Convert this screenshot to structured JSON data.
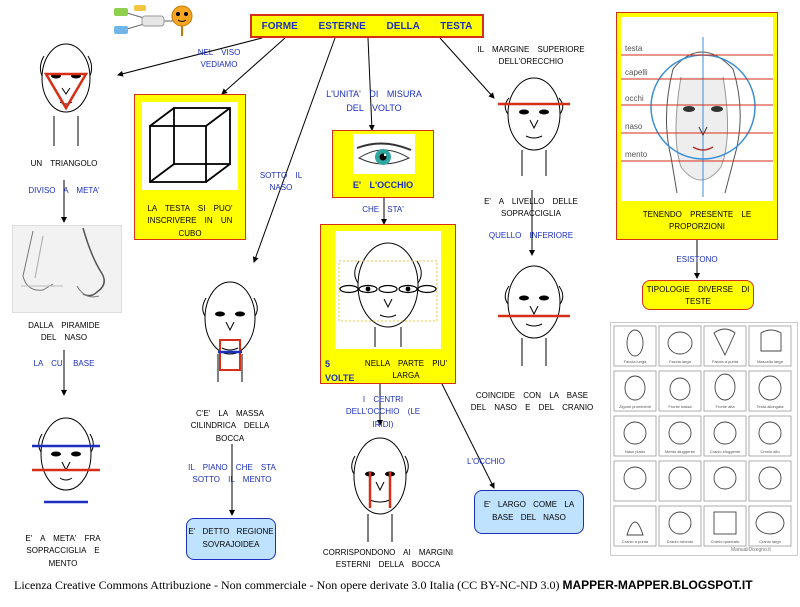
{
  "title": "FORME ESTERNE DELLA TESTA",
  "edges": {
    "nel_viso": "NEL VISO VEDIAMO",
    "unita": "L'UNITA' DI MISURA DEL VOLTO",
    "sotto_naso": "SOTTO IL NASO",
    "diviso": "DIVISO A META'",
    "la_cui_base": "LA CUI BASE",
    "che_sta": "CHE STA'",
    "quello_inferiore": "QUELLO INFERIORE",
    "centri": "I CENTRI DELL'OCCHIO (LE IRIDI)",
    "locchio": "L'OCCHIO",
    "piano": "IL PIANO CHE STA SOTTO IL MENTO",
    "esistono": "ESISTONO"
  },
  "nodes": {
    "triangolo": "UN TRIANGOLO",
    "piramide": "DALLA PIRAMIDE DEL NASO",
    "meta": "E' A META' FRA SOPRACCIGLIA E MENTO",
    "cubo": "LA TESTA SI PUO' INSCRIVERE IN UN CUBO",
    "occhio": "E' L'OCCHIO",
    "cinque_volte": "5 VOLTE",
    "parte_larga": "NELLA PARTE PIU' LARGA",
    "massa": "C'E' LA MASSA CILINDRICA DELLA BOCCA",
    "sovrajoidea": "E' DETTO REGIONE SOVRAJOIDEA",
    "corrispondono": "CORRISPONDONO AI MARGINI ESTERNI DELLA BOCCA",
    "margine": "IL MARGINE SUPERIORE DELL'ORECCHIO",
    "livello": "E' A LIVELLO DELLE SOPRACCIGLIA",
    "coincide": "COINCIDE CON LA BASE DEL NASO E DEL CRANIO",
    "largo": "E' LARGO COME LA BASE DEL NASO",
    "proporzioni": "TENENDO PRESENTE LE PROPORZIONI",
    "tipologie": "TIPOLOGIE DIVERSE DI TESTE"
  },
  "proportion_labels": [
    "testa",
    "capelli",
    "occhi",
    "naso",
    "mento"
  ],
  "sheet_captions": [
    "Faccia lunga",
    "Faccia larga",
    "Faccia a punta",
    "Mascella larga",
    "Zigomi prominenti",
    "Fronte bassa",
    "Fronte alta",
    "Testa allungata",
    "Naso piatto",
    "Mento sfuggente",
    "Cranio sfuggente",
    "Cranio alto"
  ],
  "sheet_bottom": [
    "Cranio a punta",
    "Cranio rotondo",
    "Cranio quadrato",
    "Cranio largo"
  ],
  "sheet_signature": "ManualiDisegno.it",
  "footer": {
    "license": "Licenza Creative Commons Attribuzione - Non commerciale - Non opere derivate 3.0 Italia (CC BY-NC-ND 3.0)",
    "site": "MAPPER-MAPPER.BLOGSPOT.IT"
  },
  "colors": {
    "yellow": "#ffff00",
    "red": "#d62e17",
    "blue": "#1c2fbf",
    "light_blue": "#bfe3ff"
  }
}
